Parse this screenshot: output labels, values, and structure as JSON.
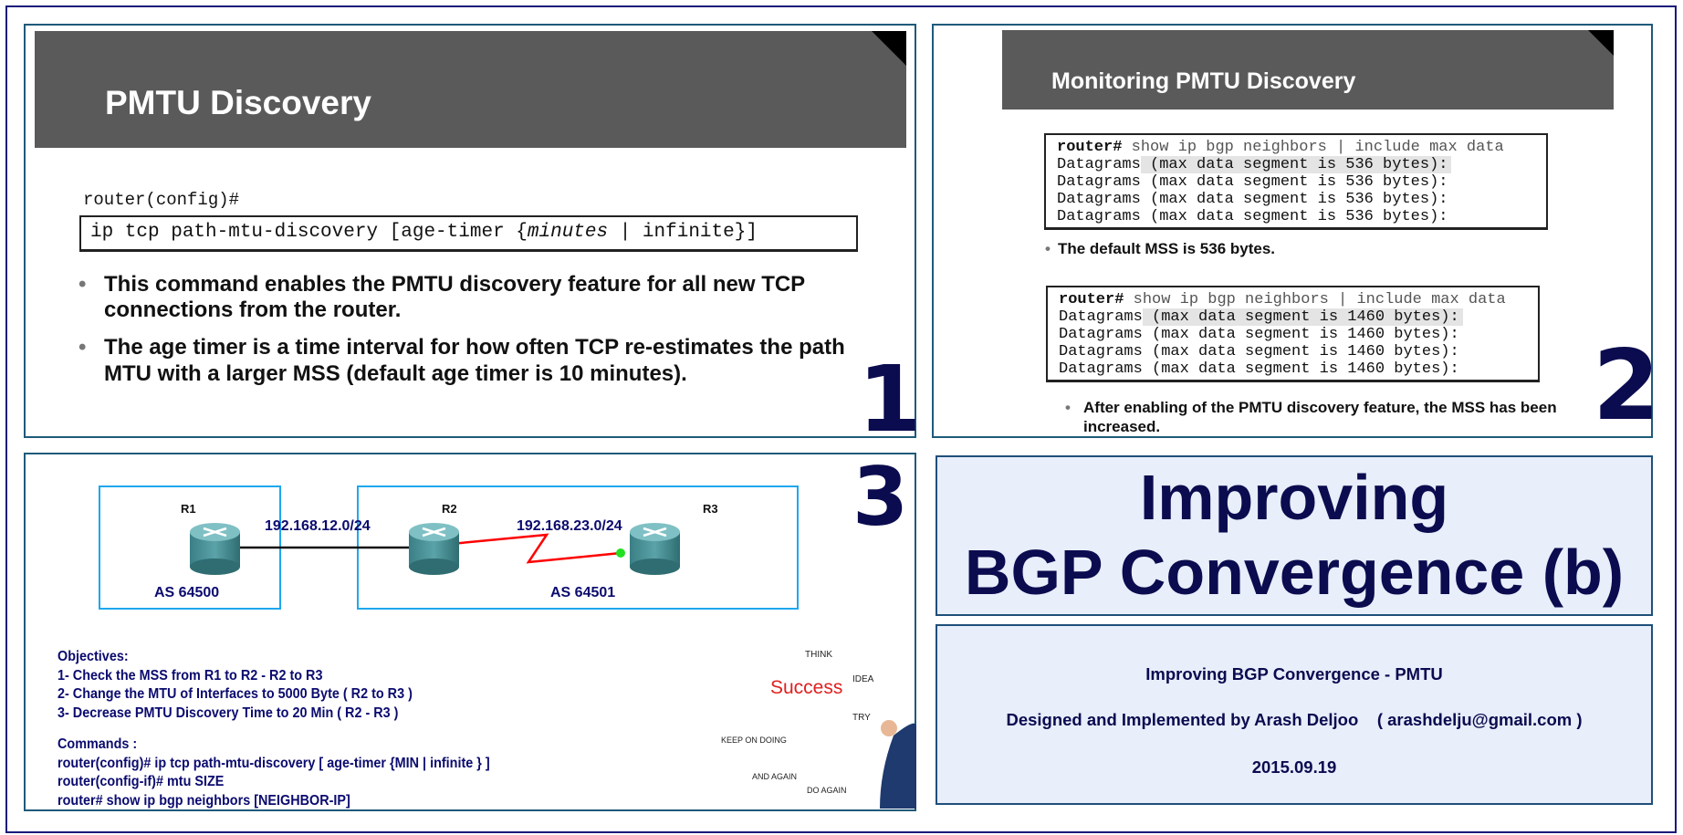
{
  "panel1": {
    "title": "PMTU Discovery",
    "prompt": "router(config)#",
    "command_prefix": "ip tcp path-mtu-discovery [age-timer {",
    "command_arg": "minutes",
    "command_suffix": " | infinite}]",
    "bullets": [
      "This command enables the PMTU discovery feature for all new TCP connections from the router.",
      "The age timer is a time interval for how often TCP re-estimates the path MTU with a larger MSS (default age timer is 10 minutes)."
    ],
    "number": "1"
  },
  "panel2": {
    "title": "Monitoring PMTU Discovery",
    "prompt": "router#",
    "cmd": " show ip bgp neighbors | include max data",
    "box1_lines": [
      "Datagrams (max data segment is 536 bytes):",
      "Datagrams (max data segment is 536 bytes):",
      "Datagrams (max data segment is 536 bytes):",
      "Datagrams (max data segment is 536 bytes):"
    ],
    "bullet1": "The default MSS is 536 bytes.",
    "box2_lines": [
      "Datagrams (max data segment is 1460 bytes):",
      "Datagrams (max data segment is 1460 bytes):",
      "Datagrams (max data segment is 1460 bytes):",
      "Datagrams (max data segment is 1460 bytes):"
    ],
    "bullet2": "After enabling of the PMTU discovery feature, the MSS has been increased.",
    "number": "2"
  },
  "panel3": {
    "number": "3",
    "routers": [
      "R1",
      "R2",
      "R3"
    ],
    "net1": "192.168.12.0/24",
    "net2": "192.168.23.0/24",
    "as1": "AS 64500",
    "as2": "AS 64501",
    "objectives": [
      "Objectives:",
      "1- Check the MSS from R1 to R2 - R2 to R3",
      "2- Change the MTU  of Interfaces to 5000 Byte ( R2 to R3 )",
      "3- Decrease PMTU Discovery Time to 20 Min ( R2 - R3 )"
    ],
    "commands": [
      "Commands :",
      "router(config)# ip tcp path-mtu-discovery [ age-timer {MIN | infinite } ]",
      "router(config-if)# mtu SIZE",
      "router# show ip bgp neighbors [NEIGHBOR-IP]"
    ],
    "image_text": {
      "success": "Success",
      "think": "THINK",
      "idea": "IDEA",
      "try": "TRY",
      "do_again": "DO AGAIN",
      "and_again": "AND AGAIN",
      "keep": "KEEP ON DOING"
    }
  },
  "title": {
    "line1": "Improving",
    "line2": "BGP Convergence (b)"
  },
  "info": {
    "subtitle": "Improving BGP Convergence - PMTU",
    "author": "Designed and Implemented by Arash Deljoo    ( arashdelju@gmail.com )",
    "date": "2015.09.19"
  },
  "colors": {
    "navy": "#0b0b4f",
    "accent_blue": "#1ea7ee",
    "link_red": "#ff0000",
    "title_bg": "#e8eefa"
  }
}
